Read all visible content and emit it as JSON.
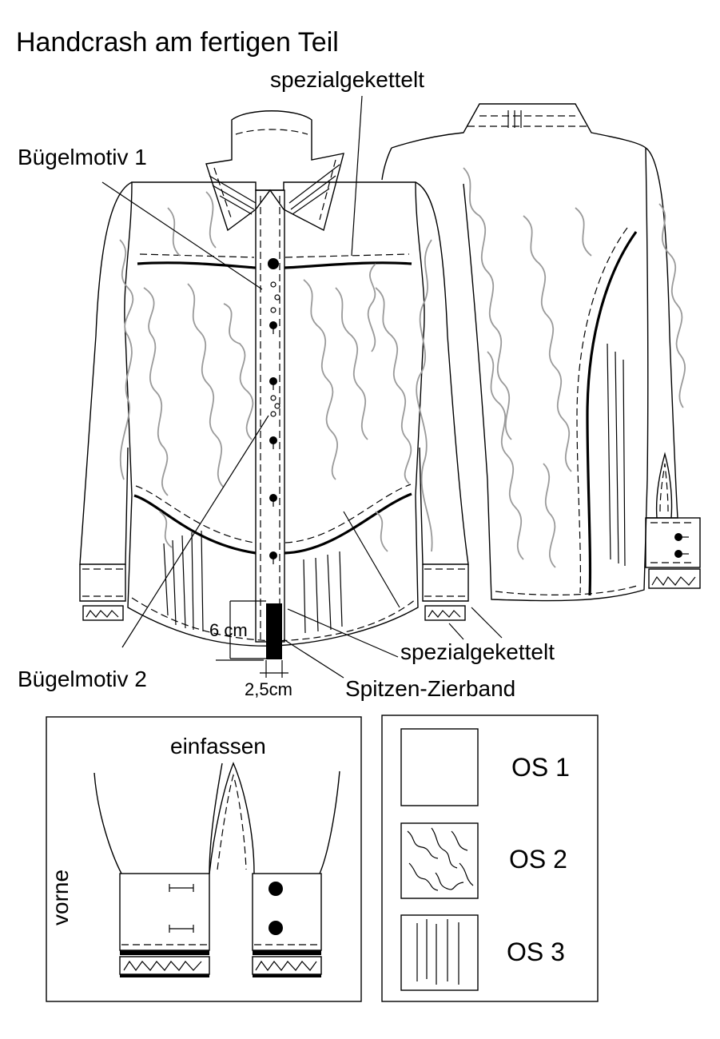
{
  "title": "Handcrash am fertigen Teil",
  "labels": {
    "spezial_top": "spezialgekettelt",
    "buegel1": "Bügelmotiv 1",
    "buegel2": "Bügelmotiv 2",
    "spezial_bottom": "spezialgekettelt",
    "spitzen": "Spitzen-Zierband",
    "measure_6cm": "6 cm",
    "measure_25cm": "2,5cm",
    "einfassen": "einfassen",
    "vorne": "vorne"
  },
  "legend": {
    "items": [
      {
        "label": "OS 1",
        "pattern": "plain"
      },
      {
        "label": "OS 2",
        "pattern": "crash-squiggle"
      },
      {
        "label": "OS 3",
        "pattern": "vertical-pleats"
      }
    ]
  }
}
